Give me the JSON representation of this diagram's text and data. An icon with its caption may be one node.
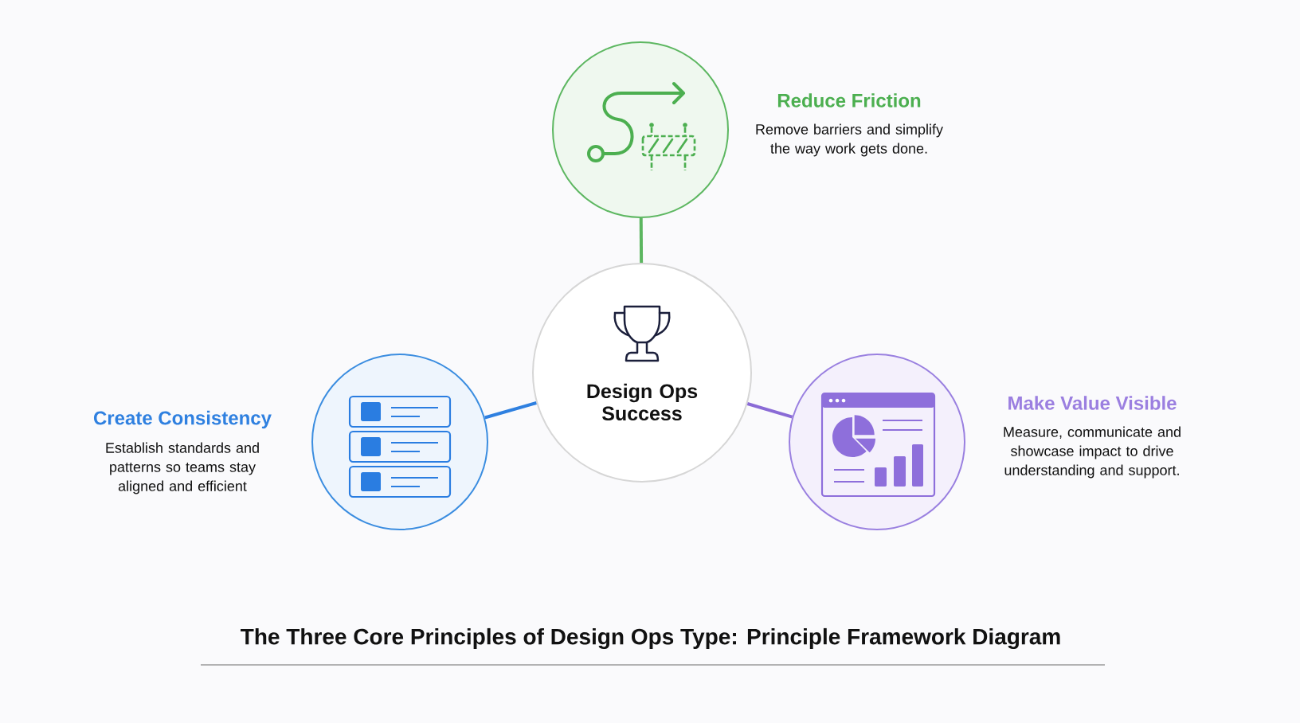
{
  "diagram": {
    "title": "The Three Core Principles of Design Ops Type: Principle Framework Diagram",
    "nodes": [
      {
        "text": [],
        "shape": "circle",
        "beside": [
          "Reduce Friction",
          "Remove barriers and simplify the way work gets done."
        ]
      },
      {
        "text": [
          "Design Ops Success"
        ]
      },
      {
        "text": [],
        "shape": "circle",
        "beside": [
          "Create Consistency",
          "Establish standards and patterns so teams stay aligned and efficient"
        ]
      },
      {
        "text": [],
        "shape": "circle",
        "beside": [
          "Make Value Visible",
          "Measure, communicate and showcase impact to drive understanding and support."
        ]
      }
    ],
    "edges": [
      {
        "from": 1,
        "to": 0,
        "arrow": "none",
        "color": "#5cb660"
      },
      {
        "from": 1,
        "to": 2,
        "arrow": "none",
        "color": "#2f80e0"
      },
      {
        "from": 1,
        "to": 3,
        "arrow": "none",
        "color": "#8a6bd6"
      }
    ]
  }
}
